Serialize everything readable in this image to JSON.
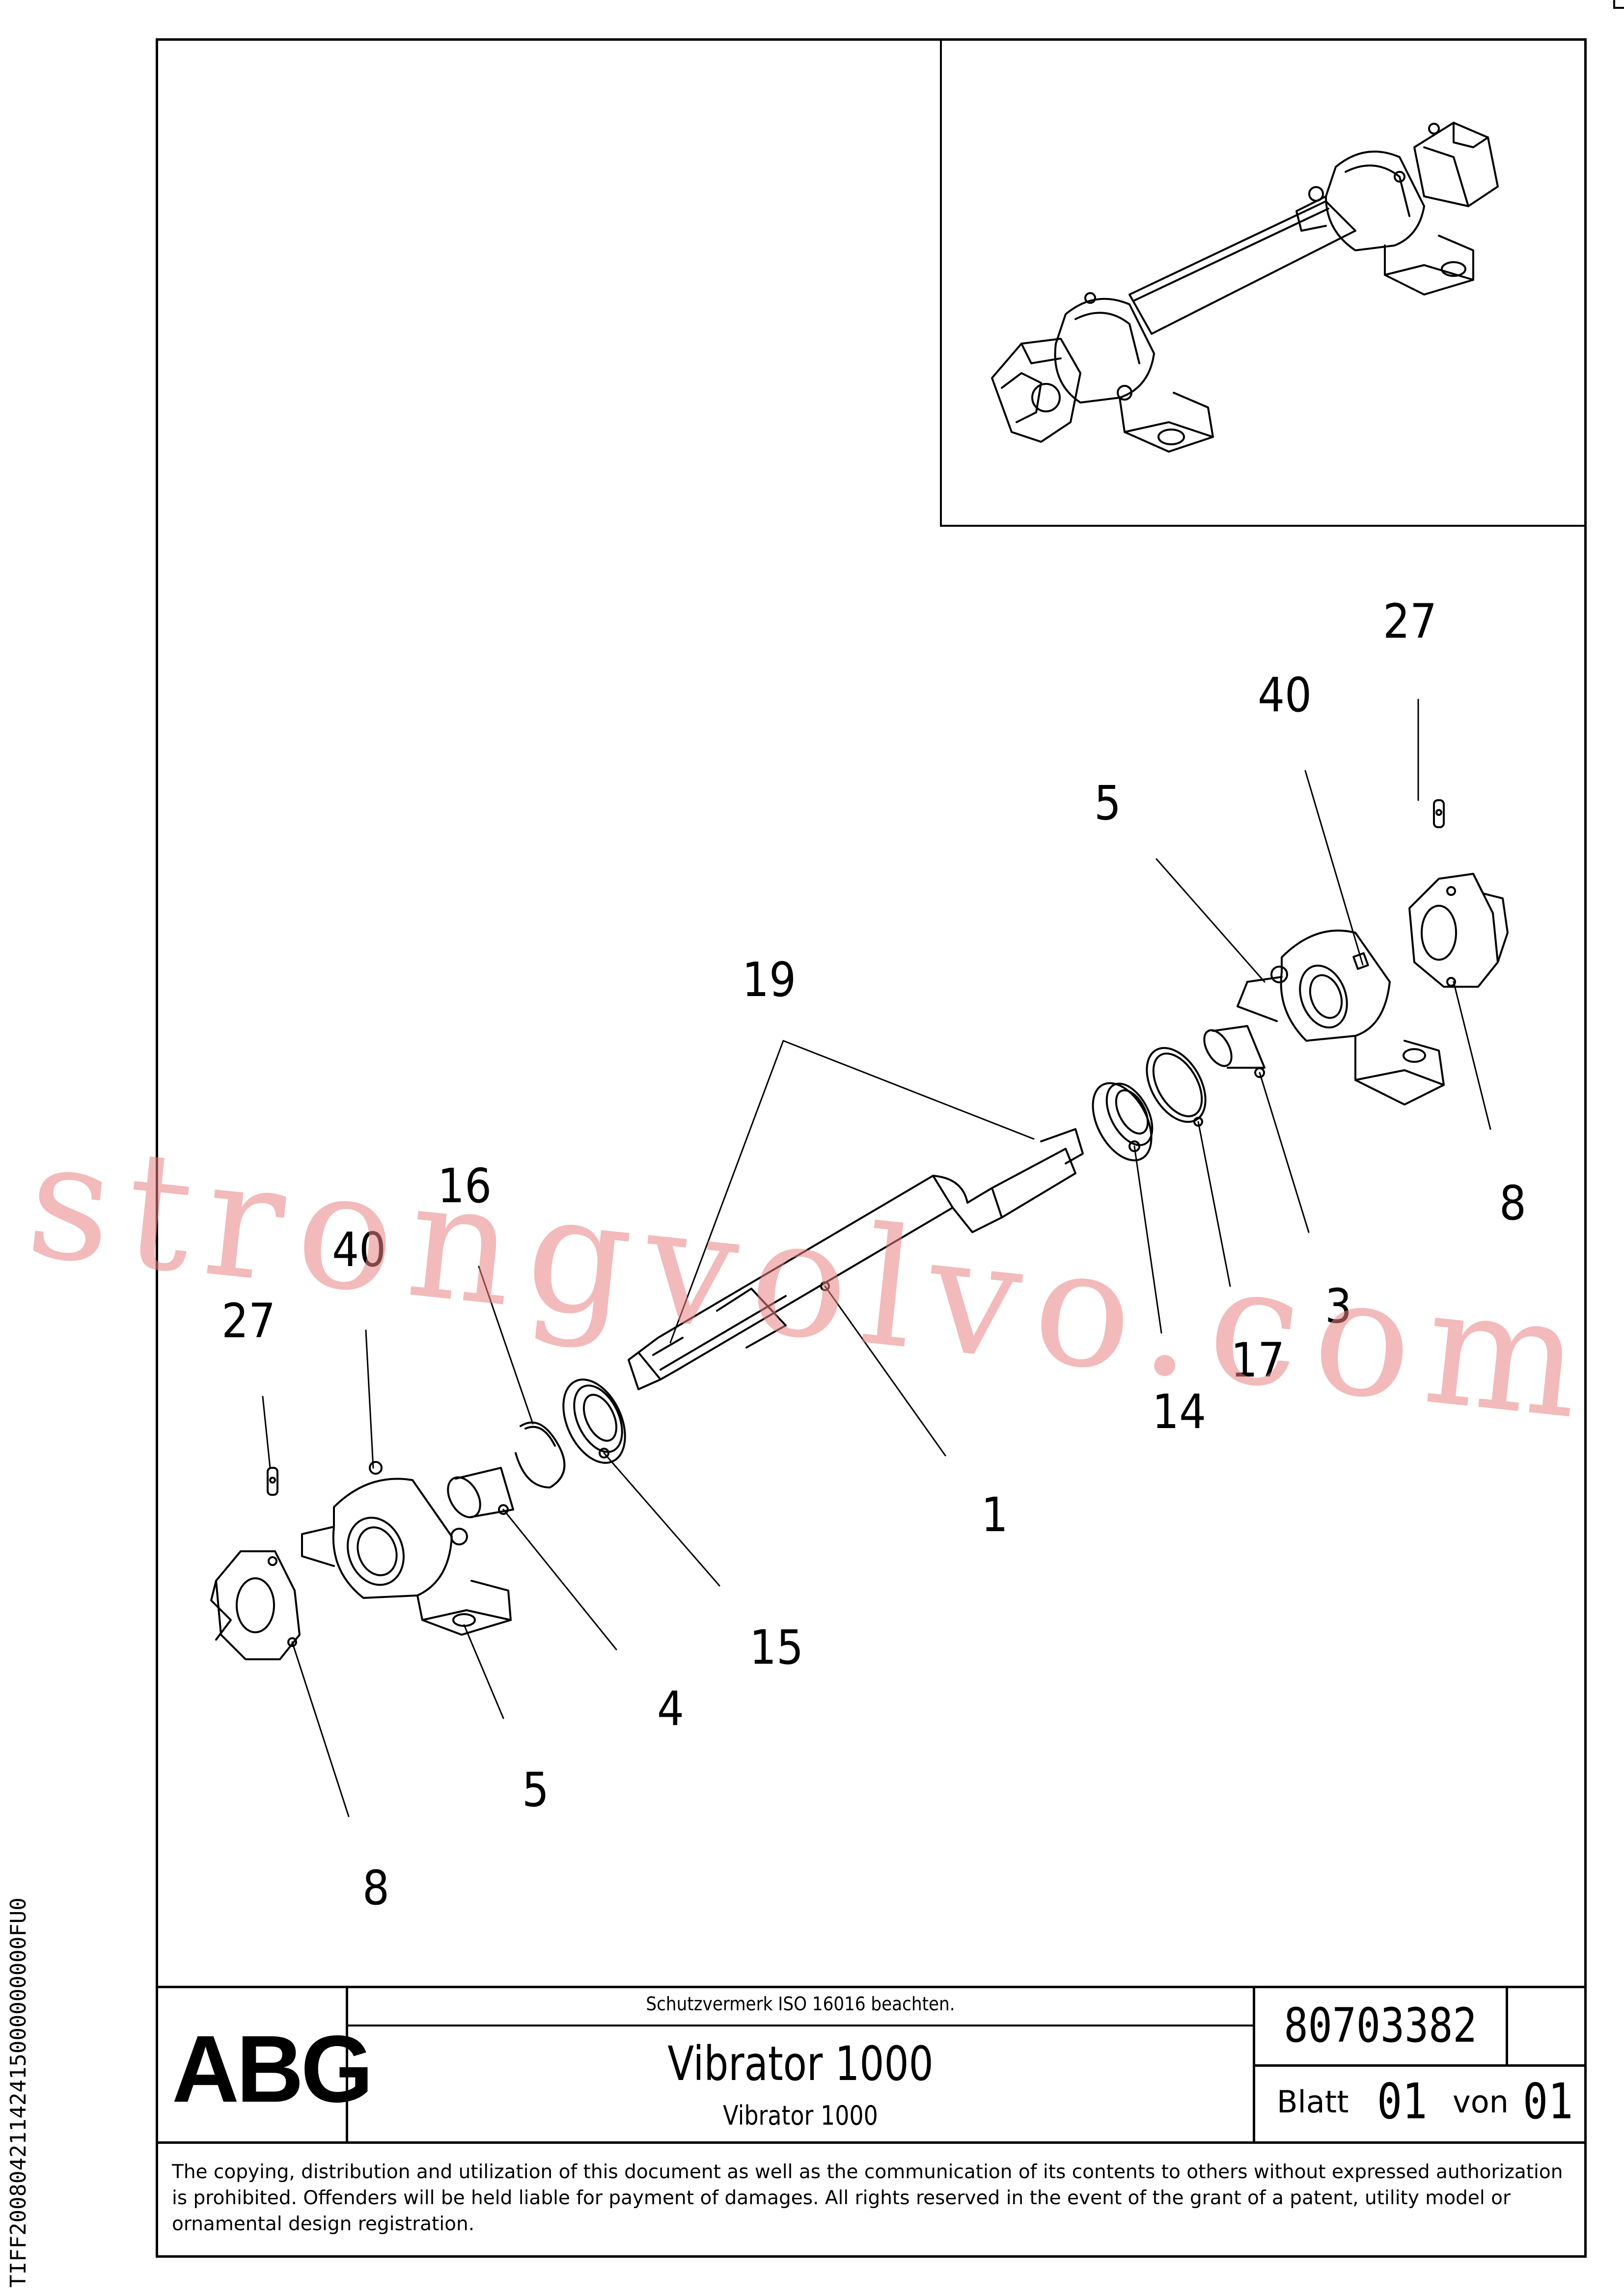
{
  "callouts": {
    "c27_top": "27",
    "c40_top": "40",
    "c5_top": "5",
    "c19": "19",
    "c8_right": "8",
    "c3": "3",
    "c17": "17",
    "c14": "14",
    "c16": "16",
    "c40_left": "40",
    "c27_left": "27",
    "c1": "1",
    "c15": "15",
    "c4": "4",
    "c5_bottom": "5",
    "c8_bottom": "8"
  },
  "watermark": "strongvolvo.com",
  "title_block": {
    "logo": "ABG",
    "notice": "Schutzvermerk ISO 16016 beachten.",
    "title": "Vibrator 1000",
    "subtitle": "Vibrator 1000",
    "drawing_number": "80703382",
    "sheet_label": "Blatt",
    "sheet_number": "01",
    "of_label": "von",
    "total_sheets": "01"
  },
  "copyright": "The copying, distribution and utilization of this document as well as the communication of its contents to others without expressed authorization is prohibited. Offenders will be held liable for payment of damages. All rights reserved in the event of the grant of a patent, utility model or ornamental design registration.",
  "side_id": "TIFF20080421142415000000000FU0"
}
